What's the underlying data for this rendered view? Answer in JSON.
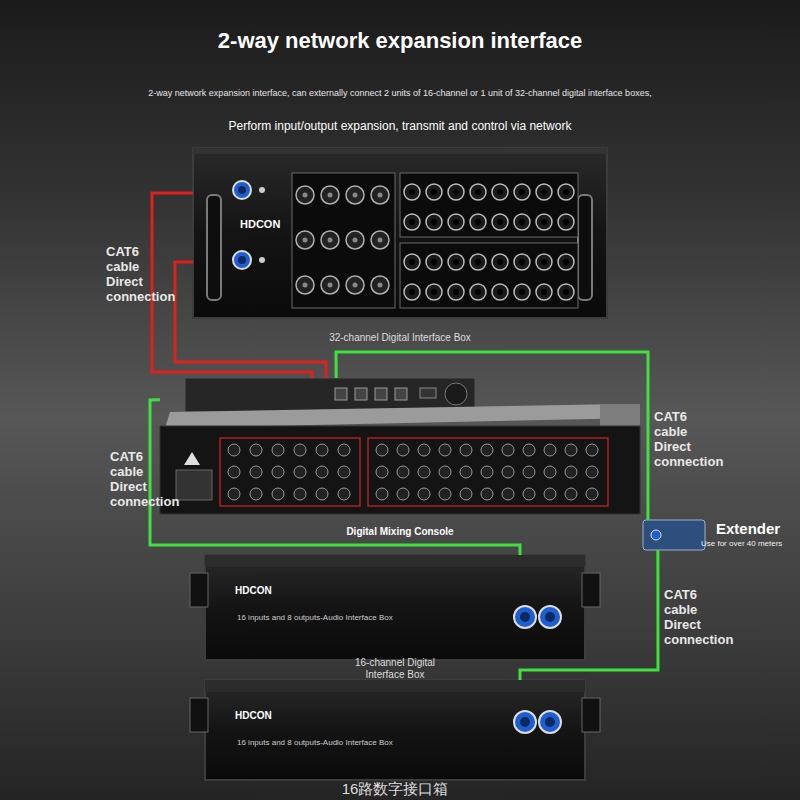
{
  "diagram": {
    "title": "2-way network expansion interface",
    "nodes": [
      {
        "text": [
          "HDCON",
          "32-channel Digital Interface Box"
        ]
      },
      {
        "text": [
          "Digital Mixing Console"
        ]
      },
      {
        "text": [
          "Extender",
          "Use for over 40 meters"
        ]
      },
      {
        "text": [
          "HDCON",
          "16 inputs and 8 outputs-Audio Interface Box",
          "16-channel Digital Interface Box"
        ]
      },
      {
        "text": [
          "HDCON",
          "16 inputs and 8 outputs-Audio Interface Box",
          "16路数字接口箱"
        ]
      }
    ],
    "edges": [
      {
        "from": 0,
        "to": 1,
        "arrow": "none",
        "label": "CAT6 cable Direct connection"
      },
      {
        "from": 0,
        "to": 1,
        "arrow": "none"
      },
      {
        "from": 1,
        "to": 3,
        "arrow": "none",
        "label": "CAT6 cable Direct connection"
      },
      {
        "from": 1,
        "to": 2,
        "arrow": "none",
        "label": "CAT6 cable Direct connection"
      },
      {
        "from": 2,
        "to": 4,
        "arrow": "none",
        "label": "CAT6 cable Direct connection"
      }
    ],
    "labels": [
      "2-way network expansion interface, can externally connect 2 units of 16-channel or 1 unit of 32-channel digital interface boxes,",
      "Perform input/output expansion, transmit and control via network"
    ]
  }
}
